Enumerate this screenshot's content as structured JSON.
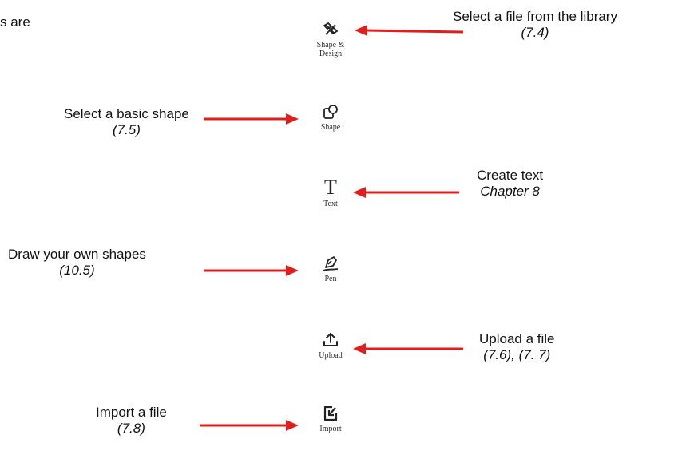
{
  "fragment": "s are",
  "tools": [
    {
      "icon": "shape-design-icon",
      "label": "Shape &\nDesign"
    },
    {
      "icon": "shape-icon",
      "label": "Shape"
    },
    {
      "icon": "text-icon",
      "label": "Text",
      "glyph": "T"
    },
    {
      "icon": "pen-icon",
      "label": "Pen"
    },
    {
      "icon": "upload-icon",
      "label": "Upload"
    },
    {
      "icon": "import-icon",
      "label": "Import"
    }
  ],
  "callouts": {
    "library": {
      "text": "Select a file from the library",
      "ref": "(7.4)"
    },
    "basic_shape": {
      "text": "Select a basic shape",
      "ref": "(7.5)"
    },
    "text": {
      "text": "Create text",
      "ref": "Chapter 8"
    },
    "pen": {
      "text": "Draw your own shapes",
      "ref": "(10.5)"
    },
    "upload": {
      "text": "Upload a file",
      "ref": "(7.6), (7. 7)"
    },
    "import": {
      "text": "Import a file",
      "ref": "(7.8)"
    }
  },
  "colors": {
    "arrow": "#e01e1e",
    "icon": "#222222"
  }
}
